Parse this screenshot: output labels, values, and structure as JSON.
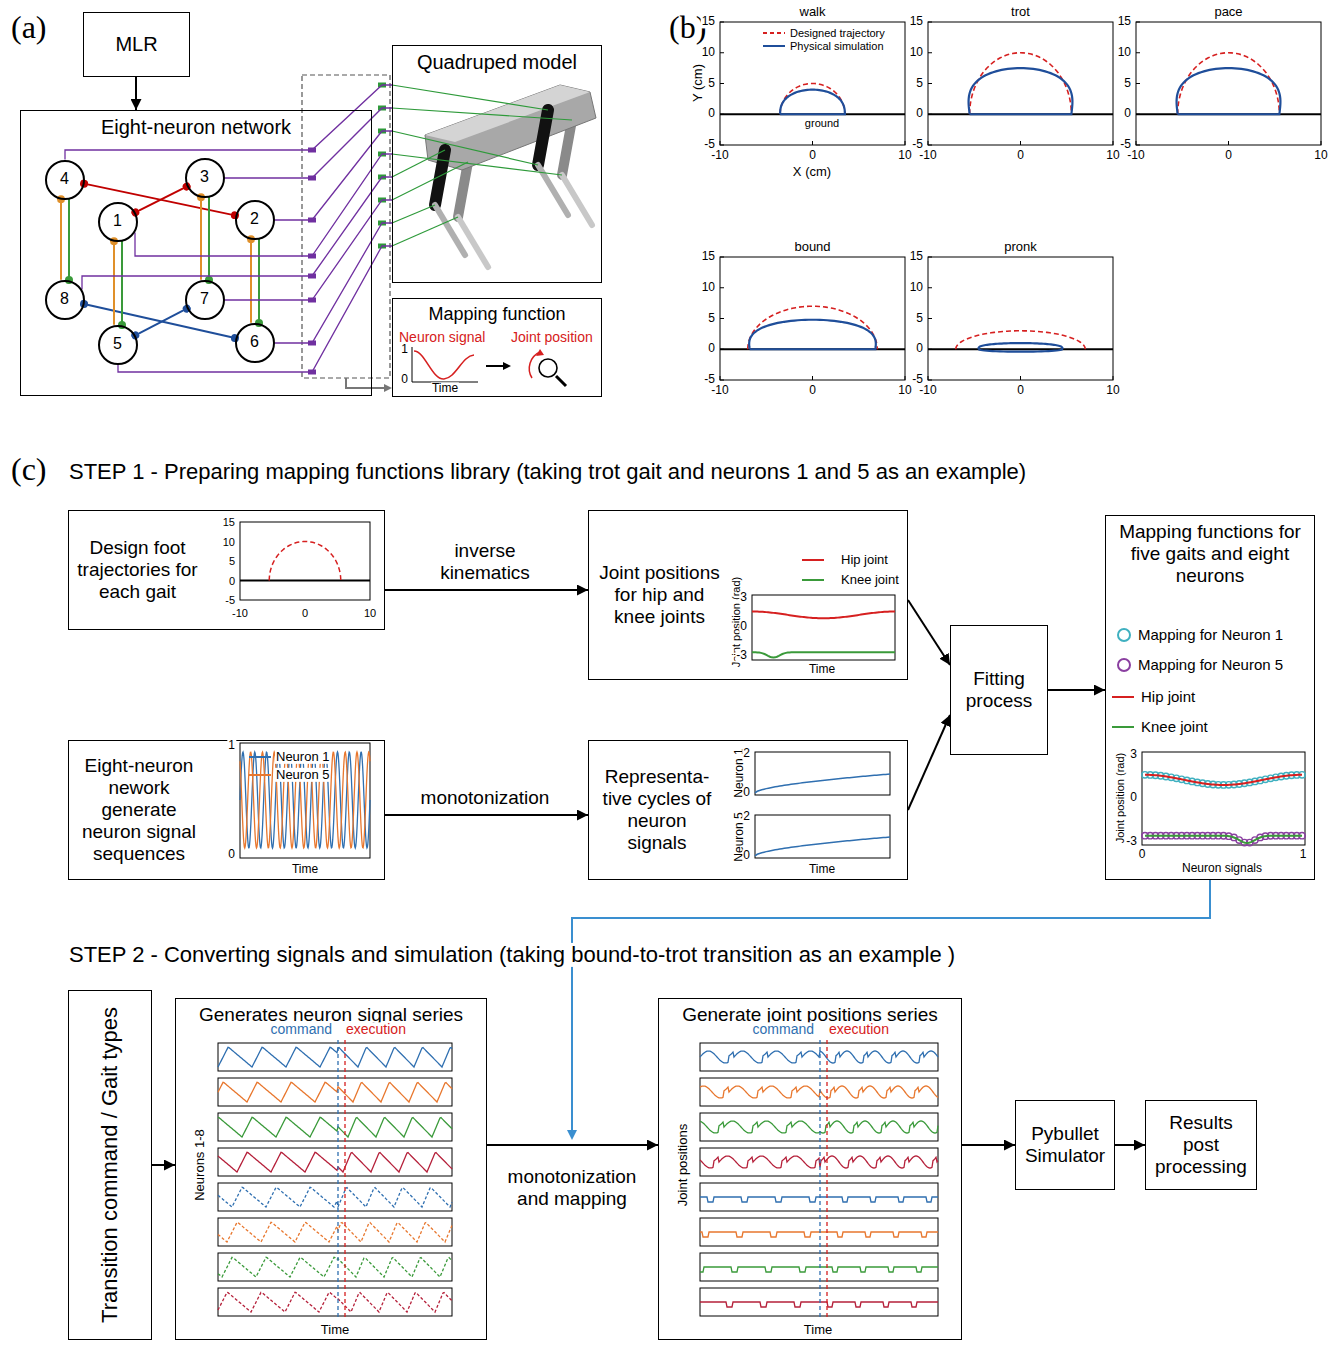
{
  "diagram": {
    "nodes": [
      {
        "text": [
          "MLR"
        ]
      },
      {
        "text": [
          "Eight-neuron network"
        ]
      },
      {
        "text": [
          "1"
        ],
        "in": 1
      },
      {
        "text": [
          "2"
        ],
        "in": 1
      },
      {
        "text": [
          "3"
        ],
        "in": 1
      },
      {
        "text": [
          "4"
        ],
        "in": 1
      },
      {
        "text": [
          "5"
        ],
        "in": 1
      },
      {
        "text": [
          "6"
        ],
        "in": 1
      },
      {
        "text": [
          "7"
        ],
        "in": 1
      },
      {
        "text": [
          "8"
        ],
        "in": 1
      },
      {
        "text": [
          "Quadruped model"
        ]
      },
      {
        "text": [
          "Mapping function"
        ]
      },
      {
        "text": [
          "Design foot trajectories for each gait"
        ]
      },
      {
        "text": [
          "Joint positions for hip and knee joints"
        ]
      },
      {
        "text": [
          "Eight-neuron nework generate neuron signal sequences"
        ]
      },
      {
        "text": [
          "Representa-tive cycles of neuron signals"
        ]
      },
      {
        "text": [
          "Fitting process"
        ]
      },
      {
        "text": [
          "Mapping functions for five gaits and eight neurons"
        ]
      },
      {
        "text": [
          "Transition command / Gait types"
        ]
      },
      {
        "text": [
          "Generates neuron signal series"
        ]
      },
      {
        "text": [
          "Generate joint positions series"
        ]
      },
      {
        "text": [
          "Pybullet Simulator"
        ]
      },
      {
        "text": [
          "Results post processing"
        ]
      }
    ],
    "edges": [
      {
        "from": 0,
        "to": 1,
        "arrow": "to"
      },
      {
        "from": 5,
        "to": 3,
        "arrow": "both"
      },
      {
        "from": 2,
        "to": 4,
        "arrow": "both"
      },
      {
        "from": 9,
        "to": 7,
        "arrow": "both"
      },
      {
        "from": 8,
        "to": 6,
        "arrow": "both"
      },
      {
        "from": 9,
        "to": 5,
        "arrow": "to"
      },
      {
        "from": 5,
        "to": 9,
        "arrow": "to"
      },
      {
        "from": 8,
        "to": 4,
        "arrow": "to"
      },
      {
        "from": 4,
        "to": 8,
        "arrow": "to"
      },
      {
        "from": 6,
        "to": 2,
        "arrow": "to"
      },
      {
        "from": 2,
        "to": 6,
        "arrow": "to"
      },
      {
        "from": 7,
        "to": 3,
        "arrow": "to"
      },
      {
        "from": 3,
        "to": 7,
        "arrow": "to"
      },
      {
        "from": 5,
        "to": 10,
        "arrow": "none"
      },
      {
        "from": 4,
        "to": 10,
        "arrow": "none"
      },
      {
        "from": 3,
        "to": 10,
        "arrow": "none"
      },
      {
        "from": 2,
        "to": 10,
        "arrow": "none"
      },
      {
        "from": 9,
        "to": 10,
        "arrow": "none"
      },
      {
        "from": 8,
        "to": 10,
        "arrow": "none"
      },
      {
        "from": 7,
        "to": 10,
        "arrow": "none"
      },
      {
        "from": 6,
        "to": 10,
        "arrow": "none"
      },
      {
        "from": 12,
        "to": 13,
        "label": "inverse kinematics",
        "arrow": "to"
      },
      {
        "from": 14,
        "to": 15,
        "label": "monotonization",
        "arrow": "to"
      },
      {
        "from": 13,
        "to": 16,
        "arrow": "to"
      },
      {
        "from": 15,
        "to": 16,
        "arrow": "to"
      },
      {
        "from": 16,
        "to": 17,
        "arrow": "to"
      },
      {
        "from": 18,
        "to": 19,
        "arrow": "to"
      },
      {
        "from": 19,
        "to": 20,
        "label": "monotonization and mapping",
        "arrow": "to"
      },
      {
        "from": 20,
        "to": 21,
        "arrow": "to"
      },
      {
        "from": 21,
        "to": 22,
        "arrow": "to"
      }
    ],
    "labels": [
      "(a)",
      "Neuron signal",
      "Joint position",
      "1",
      "0",
      "Time",
      "(b)",
      "walk",
      "15",
      "10",
      "5",
      "0",
      "-5",
      "-10",
      "0",
      "10",
      "trot",
      "15",
      "10",
      "5",
      "0",
      "-5",
      "-10",
      "0",
      "10",
      "pace",
      "15",
      "10",
      "5",
      "0",
      "-5",
      "-10",
      "0",
      "10",
      "bound",
      "15",
      "10",
      "5",
      "0",
      "-5",
      "-10",
      "0",
      "10",
      "pronk",
      "15",
      "10",
      "5",
      "0",
      "-5",
      "-10",
      "0",
      "10",
      "Y (cm)",
      "X (cm)",
      "ground",
      "(c)",
      "STEP 1 - Preparing mapping functions library (taking trot gait and neurons 1 and 5 as an example)",
      "15",
      "10",
      "5",
      "0",
      "-5",
      "-10",
      "0",
      "10",
      "Joint position (rad)",
      "3",
      "0",
      "-3",
      "Time",
      "1",
      "0",
      "Time",
      "Neuron 1",
      "2",
      "0",
      "Neuron 5",
      "2",
      "0",
      "Time",
      "Joint position (rad)",
      "3",
      "0",
      "-3",
      "0",
      "1",
      "Neuron signals",
      "STEP 2 - Converting signals and simulation (taking bound-to-trot transition as an example )",
      "command",
      "execution",
      "Neurons 1-8",
      "Time",
      "command",
      "execution",
      "Joint positions",
      "Time"
    ],
    "legend": [
      {
        "text": "Designed trajectory"
      },
      {
        "text": "Physical simulation"
      },
      {
        "text": "Hip joint"
      },
      {
        "text": "Knee joint"
      },
      {
        "text": "Neuron 1"
      },
      {
        "text": "Neuron 5"
      },
      {
        "text": "Mapping for Neuron 1"
      },
      {
        "text": "Mapping for Neuron 5"
      },
      {
        "text": "Hip joint"
      },
      {
        "text": "Knee joint"
      }
    ]
  }
}
